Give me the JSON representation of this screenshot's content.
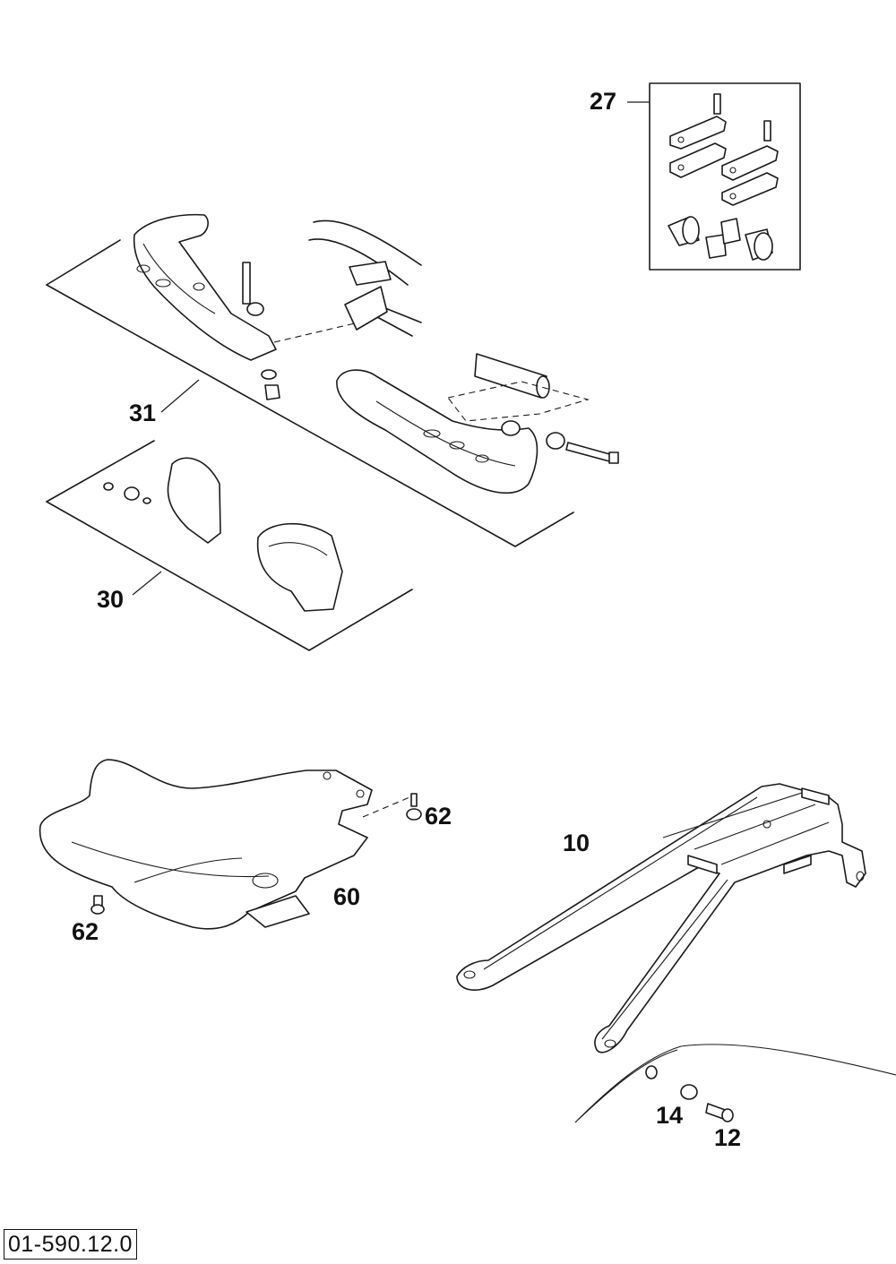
{
  "callouts": {
    "c27": "27",
    "c31": "31",
    "c30": "30",
    "c62a": "62",
    "c62b": "62",
    "c60": "60",
    "c10": "10",
    "c14": "14",
    "c12": "12"
  },
  "document_number": "01-590.12.0"
}
